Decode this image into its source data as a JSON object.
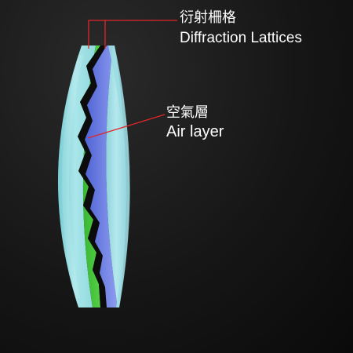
{
  "labels": {
    "lattice_zh": "衍射柵格",
    "lattice_en": "Diffraction Lattices",
    "air_zh": "空氣層",
    "air_en": "Air layer"
  },
  "colors": {
    "background": "#151515",
    "outer_lens": "#8fd8dc",
    "outer_lens_highlight": "#b8eef0",
    "green_layer": "#3fbf3a",
    "dark_layer": "#0c0c0c",
    "blue_layer": "#6c7fe0",
    "inner_lens": "#9fdbe3",
    "leader_line": "#e0262a",
    "text": "#ffffff"
  }
}
